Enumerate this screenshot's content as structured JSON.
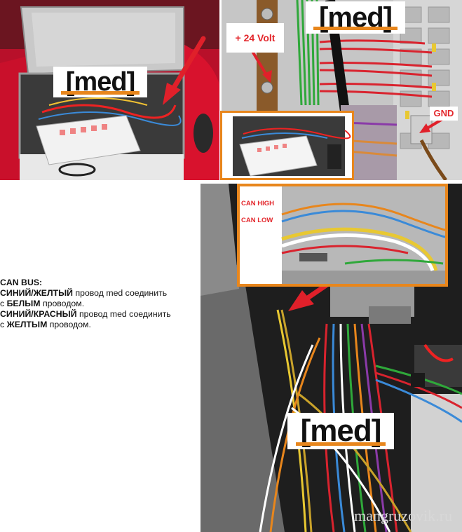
{
  "logo_text": "med",
  "labels": {
    "plus_24v": "+ 24 Volt",
    "gnd": "GND",
    "can_high": "CAN HIGH",
    "can_low": "CAN LOW"
  },
  "instructions": {
    "heading": "CAN BUS:",
    "line1_bold": "СИНИЙ/ЖЕЛТЫЙ",
    "line1_rest": " провод med соединить",
    "line2_pre": "с ",
    "line2_bold": "БЕЛЫМ",
    "line2_rest": " проводом.",
    "line3_bold": "СИНИЙ/КРАСНЫЙ",
    "line3_rest": " провод med соединить",
    "line4_pre": "с ",
    "line4_bold": "ЖЕЛТЫМ",
    "line4_rest": " проводом."
  },
  "watermark": "mangruzovik.ru",
  "colors": {
    "accent_orange": "#e8861c",
    "label_red": "#e3262b",
    "arrow_red": "#e0202a"
  }
}
